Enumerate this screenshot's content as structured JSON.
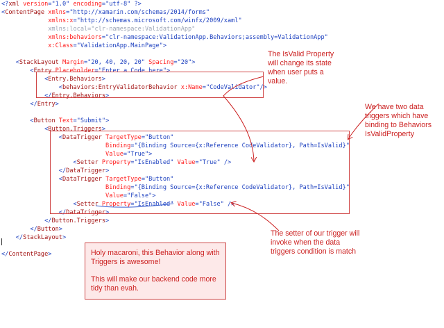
{
  "code_lines": [
    {
      "t": "<?xml version=\"1.0\" encoding=\"utf-8\" ?>"
    },
    {
      "t": "<ContentPage xmlns=\"http://xamarin.com/schemas/2014/forms\""
    },
    {
      "t": "             xmlns:x=\"http://schemas.microsoft.com/winfx/2009/xaml\""
    },
    {
      "t": "             xmlns:local=\"clr-namespace:ValidationApp\""
    },
    {
      "t": "             xmlns:behaviors=\"clr-namespace:ValidationApp.Behaviors;assembly=ValidationApp\""
    },
    {
      "t": "             x:Class=\"ValidationApp.MainPage\">"
    },
    {
      "t": ""
    },
    {
      "t": "    <StackLayout Margin=\"20, 40, 20, 20\" Spacing=\"20\">"
    },
    {
      "t": "        <Entry Placeholder=\"Enter a Code here\">"
    },
    {
      "t": "            <Entry.Behaviors>"
    },
    {
      "t": "                <behaviors:EntryValidatorBehavior x:Name=\"CodeValidator\"/>"
    },
    {
      "t": "            </Entry.Behaviors>"
    },
    {
      "t": "        </Entry>"
    },
    {
      "t": ""
    },
    {
      "t": "        <Button Text=\"Submit\">"
    },
    {
      "t": "            <Button.Triggers>"
    },
    {
      "t": "                <DataTrigger TargetType=\"Button\""
    },
    {
      "t": "                             Binding=\"{Binding Source={x:Reference CodeValidator}, Path=IsValid}\""
    },
    {
      "t": "                             Value=\"True\">"
    },
    {
      "t": "                    <Setter Property=\"IsEnabled\" Value=\"True\" />"
    },
    {
      "t": "                </DataTrigger>"
    },
    {
      "t": "                <DataTrigger TargetType=\"Button\""
    },
    {
      "t": "                             Binding=\"{Binding Source={x:Reference CodeValidator}, Path=IsValid}\""
    },
    {
      "t": "                             Value=\"False\">"
    },
    {
      "t": "                    <Setter Property=\"IsEnabled\" Value=\"False\" />"
    },
    {
      "t": "                </DataTrigger>"
    },
    {
      "t": "            </Button.Triggers>"
    },
    {
      "t": "        </Button>"
    },
    {
      "t": "    </StackLayout>"
    },
    {
      "t": ""
    },
    {
      "t": "</ContentPage>"
    }
  ],
  "annotations": {
    "isvalid_note": [
      "The IsValid Property",
      "will change its state",
      "when user puts a",
      "value."
    ],
    "triggers_note": [
      "We have two data",
      "triggers which have",
      "binding to Behaviors",
      "IsValidProperty"
    ],
    "setter_note": [
      "The setter of our trigger will",
      "invoke when the data",
      "triggers condition is match"
    ],
    "macaroni_note": {
      "p1": "Holy macaroni, this Behavior along with Triggers is awesome!",
      "p2": "This will make our backend code more tidy than evah."
    }
  },
  "colors": {
    "annotation_red": "#cc2222",
    "note_fill": "#fde9e9",
    "code_blue": "#1b3fbf",
    "code_tag": "#a31515",
    "code_attr": "#ff1a1a"
  }
}
